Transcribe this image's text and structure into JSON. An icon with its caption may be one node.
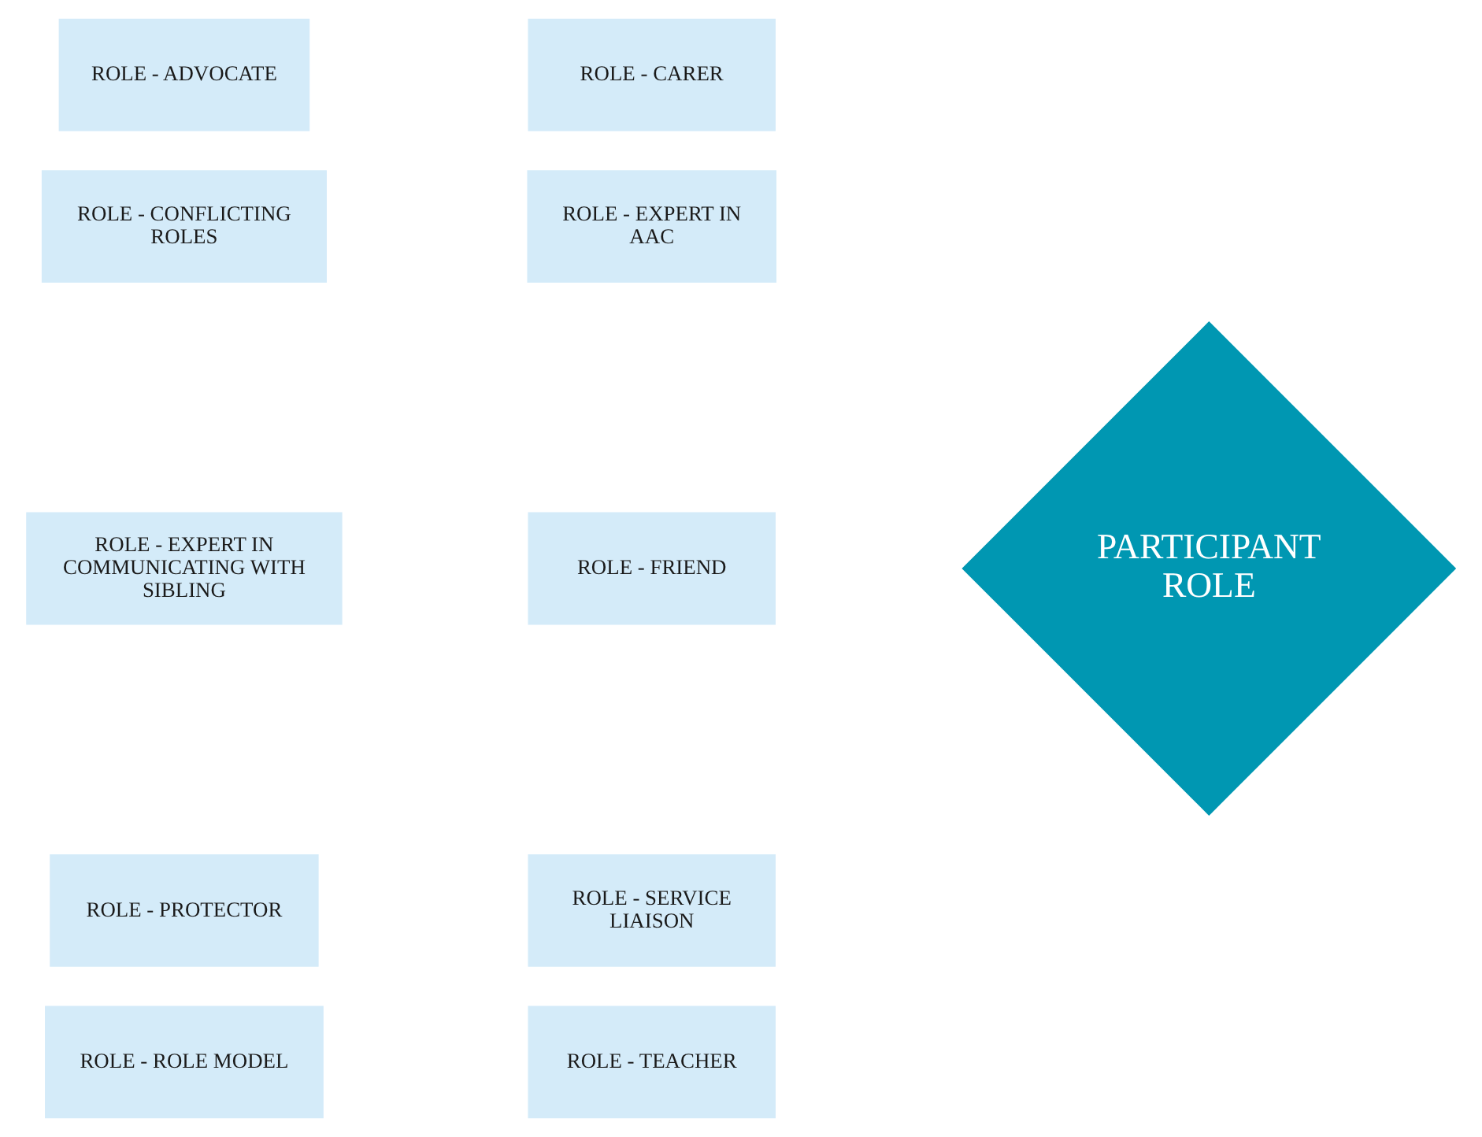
{
  "diagram": {
    "nodes": [
      {
        "text": [
          "ROLE - ADVOCATE"
        ]
      },
      {
        "text": [
          "ROLE - CARER"
        ]
      },
      {
        "text": [
          "ROLE - CONFLICTING ROLES"
        ]
      },
      {
        "text": [
          "ROLE - EXPERT IN AAC"
        ]
      },
      {
        "text": [
          "ROLE - EXPERT IN COMMUNICATING WITH SIBLING"
        ]
      },
      {
        "text": [
          "PARTICIPANT ROLE"
        ]
      },
      {
        "text": [
          "ROLE - FRIEND"
        ]
      },
      {
        "text": [
          "ROLE - PROTECTOR"
        ]
      },
      {
        "text": [
          "ROLE - SERVICE LIAISON"
        ]
      },
      {
        "text": [
          "ROLE - ROLE MODEL"
        ]
      },
      {
        "text": [
          "ROLE - TEACHER"
        ]
      }
    ],
    "edges": []
  }
}
